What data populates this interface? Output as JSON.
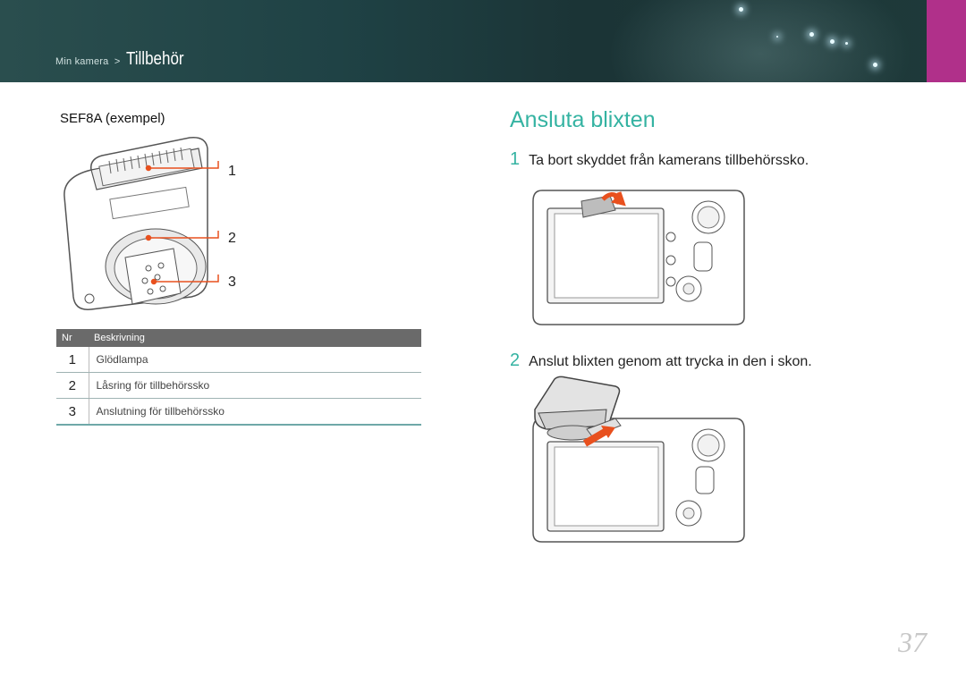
{
  "header": {
    "breadcrumb_parent": "Min kamera",
    "breadcrumb_separator": ">",
    "breadcrumb_current": "Tillbehör"
  },
  "left": {
    "heading": "SEF8A (exempel)",
    "callouts": [
      "1",
      "2",
      "3"
    ],
    "table": {
      "headers": [
        "Nr",
        "Beskrivning"
      ],
      "rows": [
        {
          "nr": "1",
          "desc": "Glödlampa"
        },
        {
          "nr": "2",
          "desc": "Låsring för tillbehörssko"
        },
        {
          "nr": "3",
          "desc": "Anslutning för tillbehörssko"
        }
      ]
    }
  },
  "right": {
    "title": "Ansluta blixten",
    "steps": [
      {
        "num": "1",
        "text": "Ta bort skyddet från kamerans tillbehörssko."
      },
      {
        "num": "2",
        "text": "Anslut blixten genom att trycka in den i skon."
      }
    ]
  },
  "page_number": "37",
  "colors": {
    "accent": "#35b3a2",
    "arrow": "#e8501e",
    "header": "#1f4245",
    "tab": "#b0308a"
  }
}
